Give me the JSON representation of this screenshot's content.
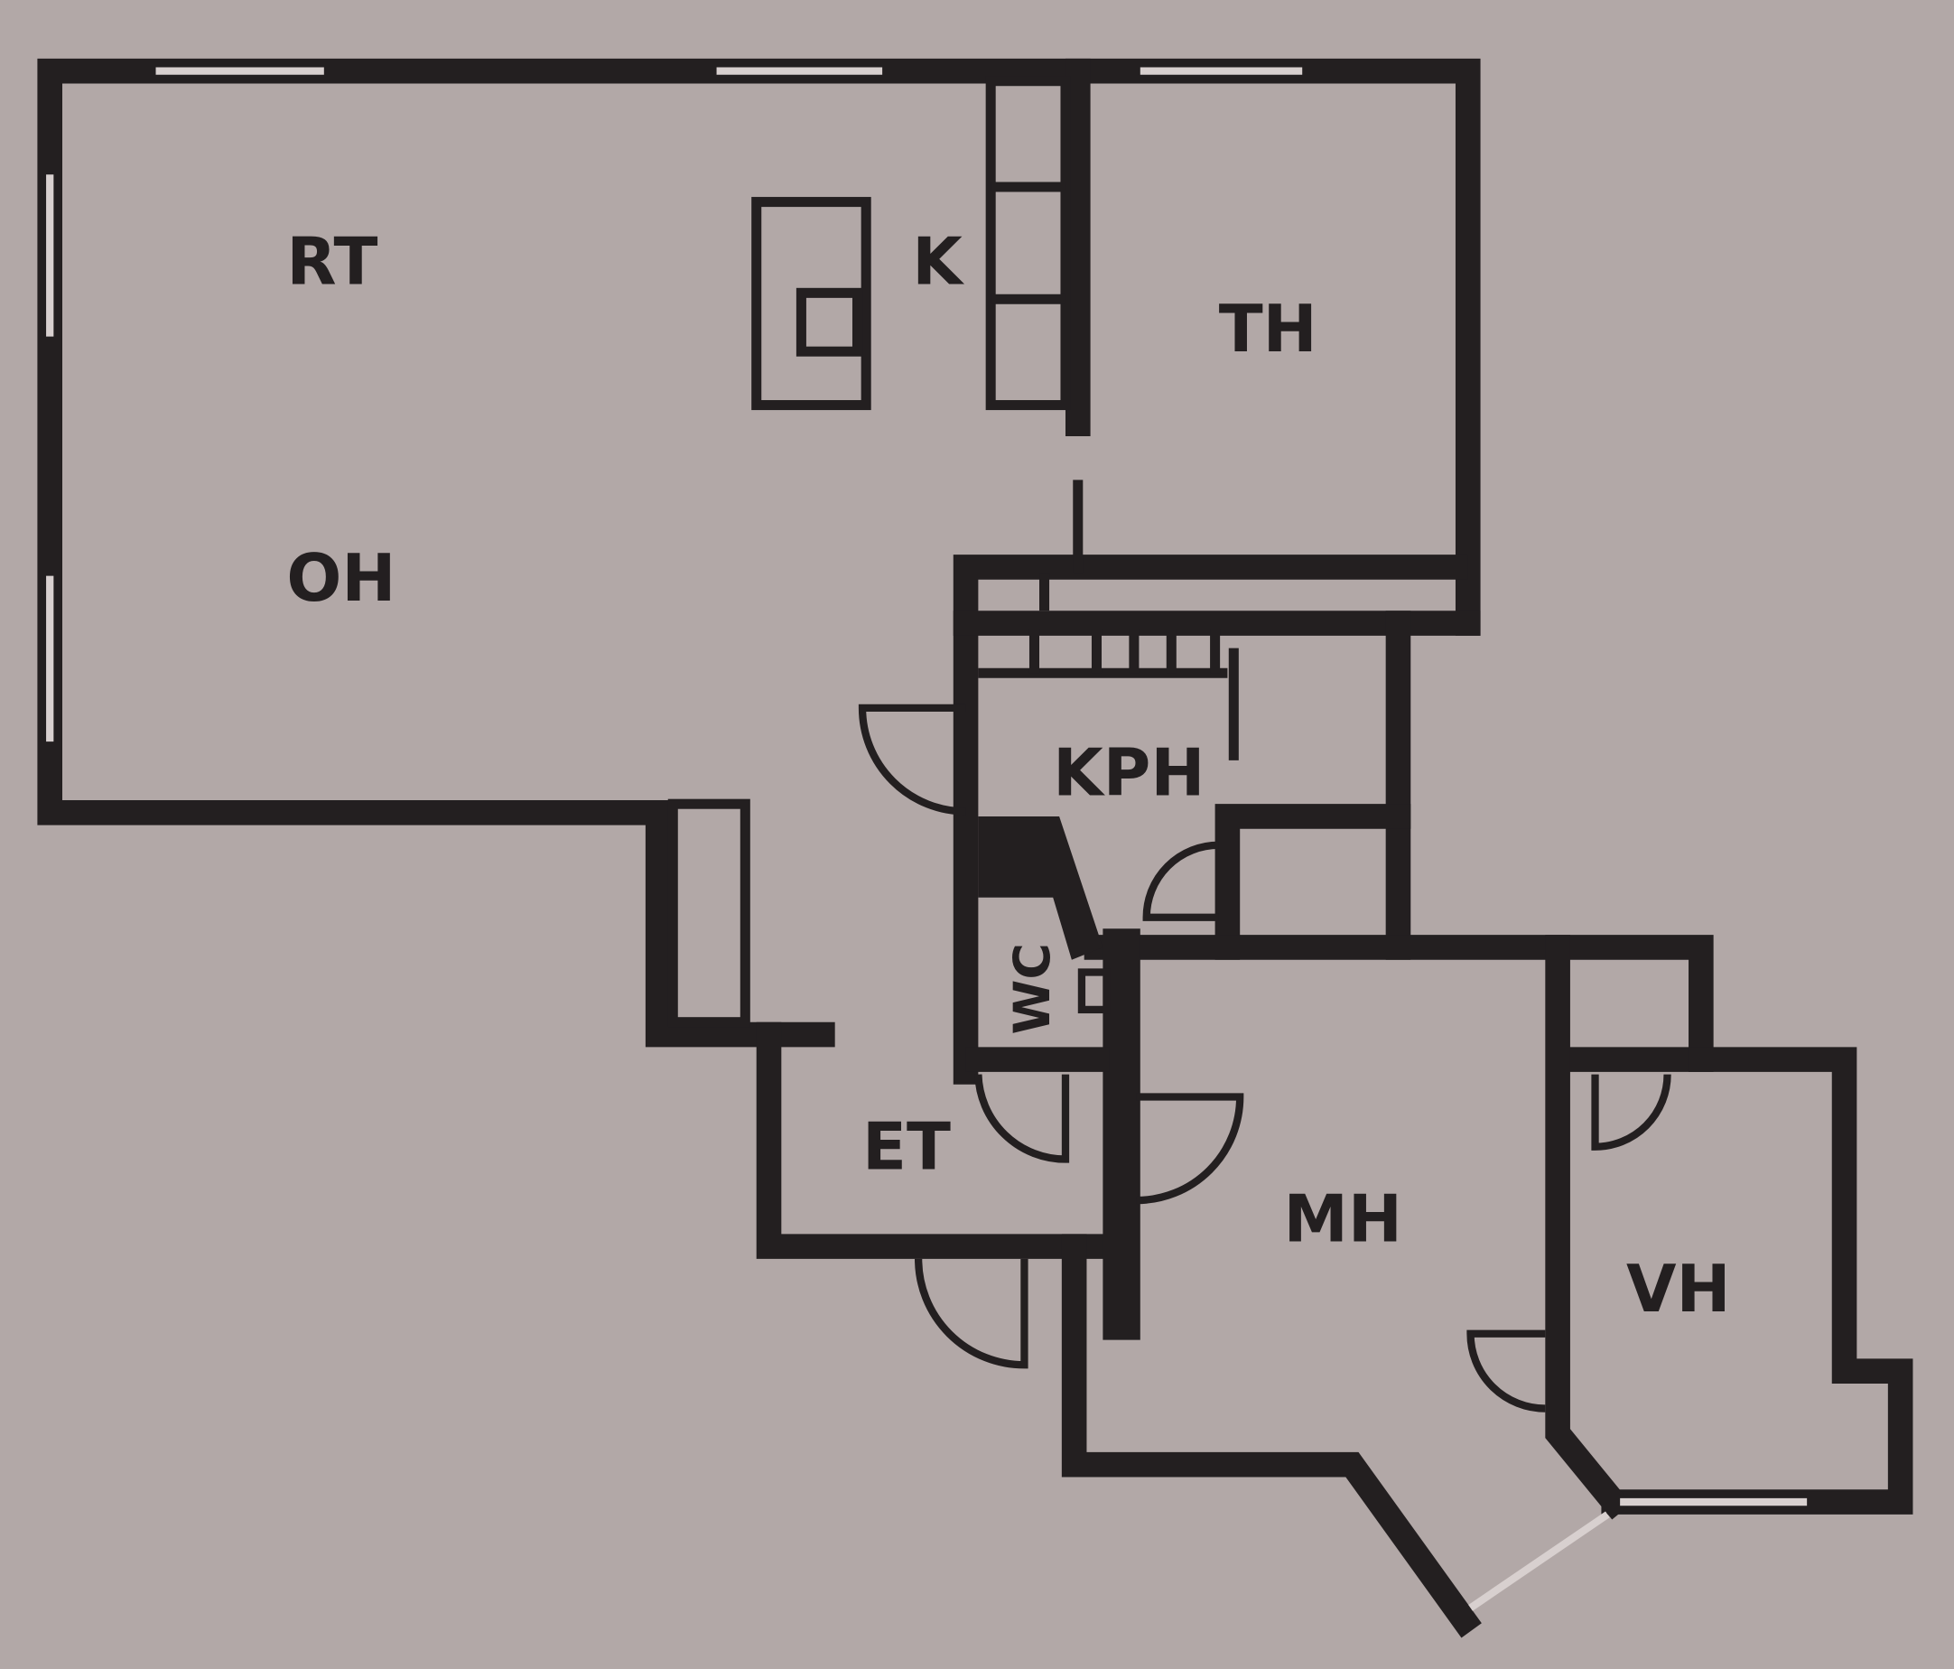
{
  "floorplan": {
    "rooms": {
      "rt": "RT",
      "k": "K",
      "th": "TH",
      "oh": "OH",
      "kph": "KPH",
      "wc": "WC",
      "et": "ET",
      "mh": "MH",
      "vh": "VH"
    },
    "colors": {
      "background": "#b2a8a7",
      "walls": "#231f20"
    }
  }
}
